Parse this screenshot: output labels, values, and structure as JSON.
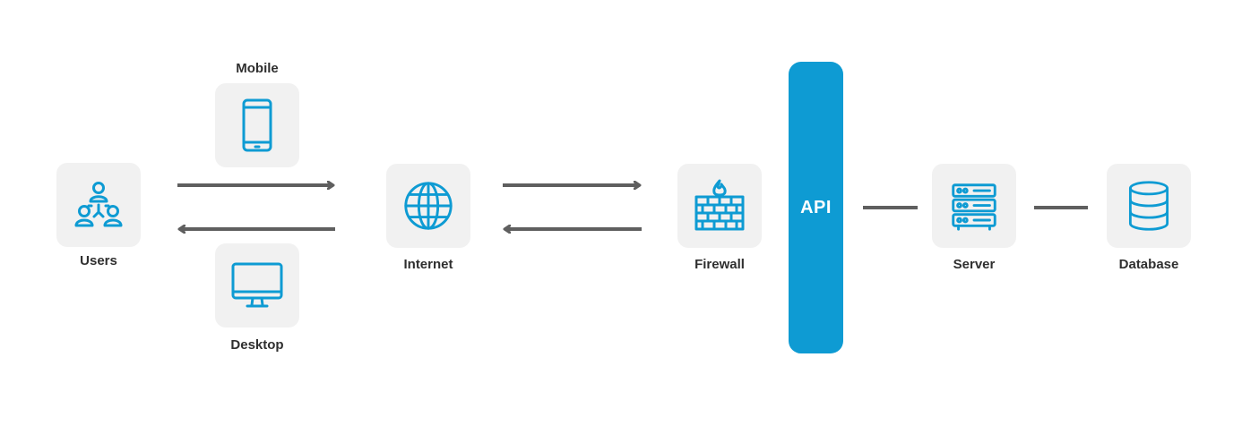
{
  "colors": {
    "accent": "#0e9bd3",
    "node_background": "#f1f1f1",
    "connector": "#5f5f5f",
    "label_text": "#2f2f2f"
  },
  "nodes": {
    "users": {
      "label": "Users",
      "icon": "users-icon"
    },
    "mobile": {
      "label": "Mobile",
      "icon": "smartphone-icon"
    },
    "desktop": {
      "label": "Desktop",
      "icon": "monitor-icon"
    },
    "internet": {
      "label": "Internet",
      "icon": "globe-icon"
    },
    "firewall": {
      "label": "Firewall",
      "icon": "firewall-icon"
    },
    "api": {
      "label": "API"
    },
    "server": {
      "label": "Server",
      "icon": "server-icon"
    },
    "database": {
      "label": "Database",
      "icon": "database-icon"
    }
  },
  "edges": [
    {
      "from": "users",
      "to": "internet",
      "type": "arrow"
    },
    {
      "from": "internet",
      "to": "users",
      "type": "arrow"
    },
    {
      "from": "internet",
      "to": "firewall",
      "type": "arrow"
    },
    {
      "from": "firewall",
      "to": "internet",
      "type": "arrow"
    },
    {
      "from": "api",
      "to": "server",
      "type": "line"
    },
    {
      "from": "server",
      "to": "database",
      "type": "line"
    }
  ]
}
